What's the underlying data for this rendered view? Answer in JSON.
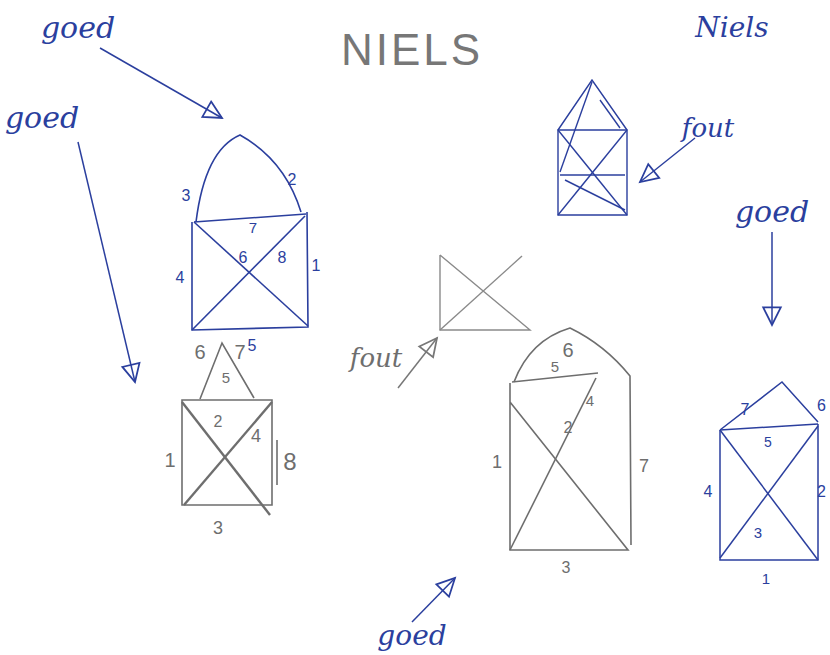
{
  "diagram": {
    "title": "NIELS",
    "labels": [
      "Niels",
      "goed",
      "fout",
      "goed",
      "goed",
      "fout",
      "goed",
      "3",
      "2",
      "7",
      "6",
      "8",
      "4",
      "5",
      "1",
      "6",
      "7",
      "5",
      "2",
      "4",
      "1",
      "8",
      "3",
      "6",
      "5",
      "4",
      "2",
      "1",
      "7",
      "3",
      "7",
      "6",
      "5",
      "4",
      "2",
      "3",
      "1"
    ]
  }
}
